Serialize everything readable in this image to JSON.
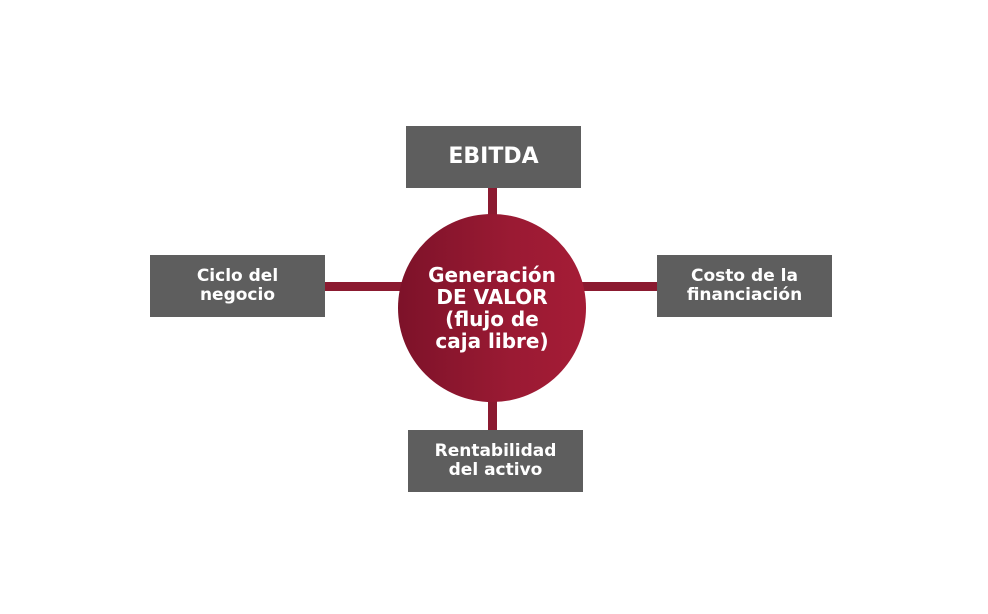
{
  "colors": {
    "hub": "#9a1a33",
    "connector": "#8b1a30",
    "box": "#5e5e5e",
    "text": "#ffffff"
  },
  "hub": {
    "lines": [
      "Generación",
      "DE VALOR",
      "(flujo de",
      "caja libre)"
    ]
  },
  "nodes": {
    "top": {
      "lines": [
        "EBITDA"
      ]
    },
    "left": {
      "lines": [
        "Ciclo del",
        "negocio"
      ]
    },
    "right": {
      "lines": [
        "Costo de la",
        "financiación"
      ]
    },
    "bottom": {
      "lines": [
        "Rentabilidad",
        "del activo"
      ]
    }
  }
}
